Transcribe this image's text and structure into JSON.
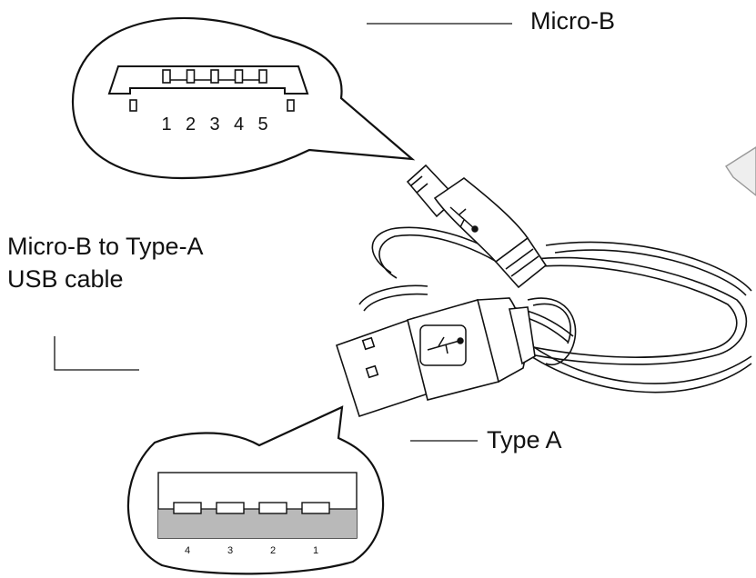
{
  "labels": {
    "micro_b": "Micro-B",
    "type_a": "Type A",
    "cable_line1": "Micro-B to Type-A",
    "cable_line2": "USB cable"
  },
  "micro_b_pins": [
    "1",
    "2",
    "3",
    "4",
    "5"
  ],
  "type_a_pins": [
    "4",
    "3",
    "2",
    "1"
  ]
}
